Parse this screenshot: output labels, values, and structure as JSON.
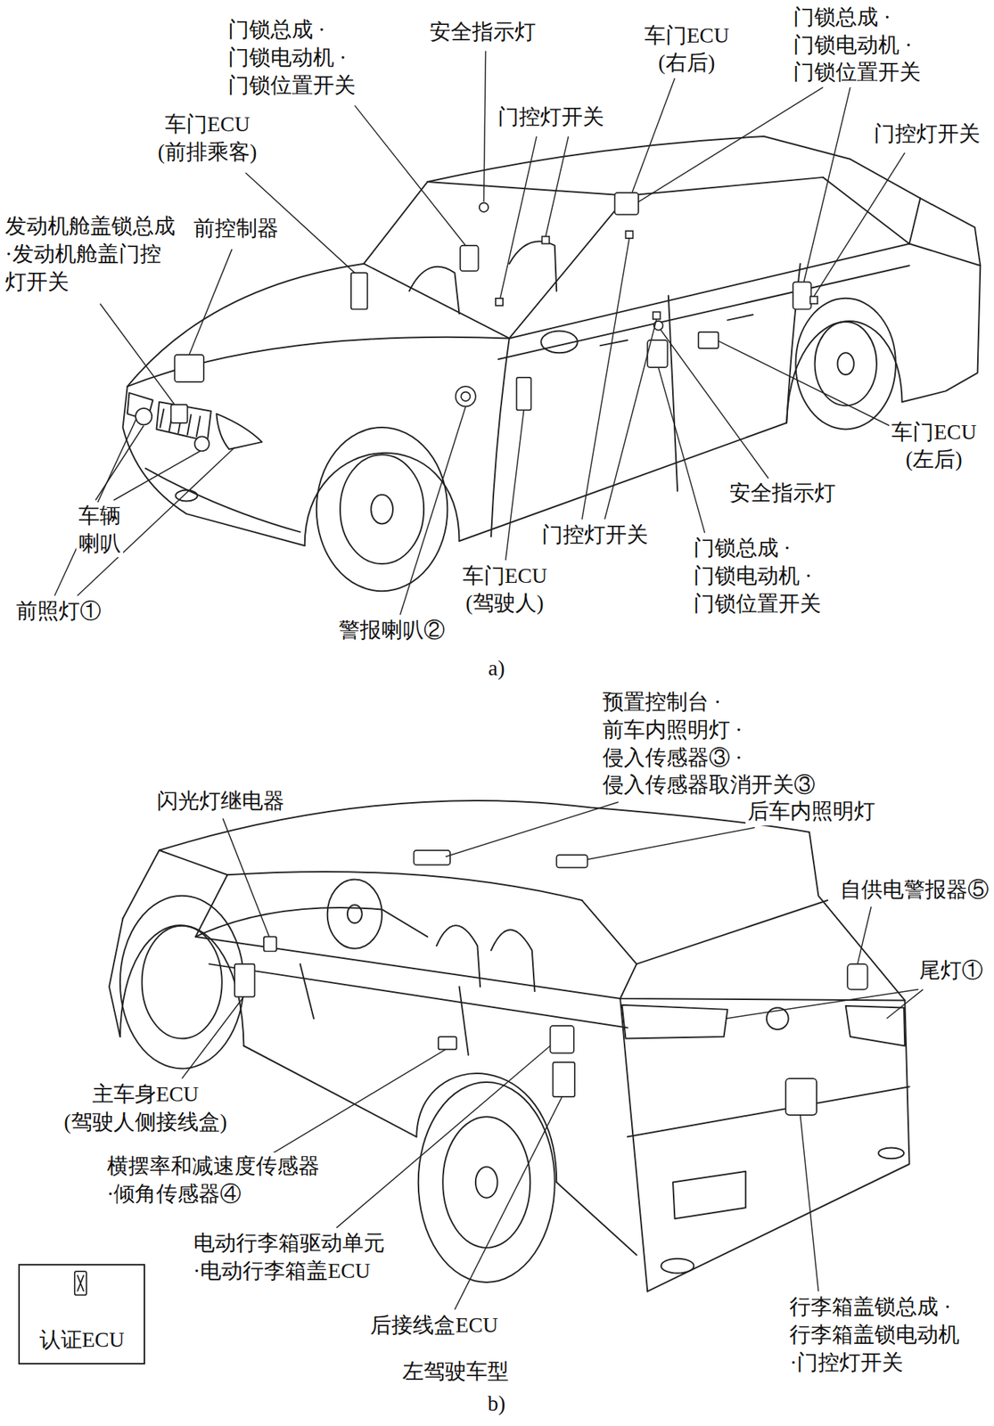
{
  "diagram": {
    "nodes": [
      {
        "text": [
          "认证ECU"
        ]
      }
    ],
    "labels": [
      "门锁总成 ·门锁电动机 ·门锁位置开关",
      "安全指示灯",
      "车门ECU (右后)",
      "门锁总成 ·门锁电动机 ·门锁位置开关",
      "门控灯开关",
      "车门ECU (前排乘客)",
      "门控灯开关",
      "发动机舱盖锁总成 ·发动机舱盖门控 灯开关",
      "前控制器",
      "车门ECU (左后)",
      "安全指示灯",
      "车辆 喇叭",
      "门控灯开关",
      "门锁总成 ·门锁电动机 ·门锁位置开关",
      "车门ECU (驾驶人)",
      "前照灯①",
      "警报喇叭②",
      "a)",
      "预置控制台 ·前车内照明灯 ·侵入传感器③ ·侵入传感器取消开关③",
      "闪光灯继电器",
      "后车内照明灯",
      "自供电警报器⑤",
      "尾灯①",
      "主车身ECU (驾驶人侧接线盒)",
      "横摆率和减速度传感器 ·倾角传感器④",
      "电动行李箱驱动单元 ·电动行李箱盖ECU",
      "后接线盒ECU",
      "行李箱盖锁总成 ·行李箱盖锁电动机 ·门控灯开关",
      "左驾驶车型",
      "b)"
    ]
  }
}
